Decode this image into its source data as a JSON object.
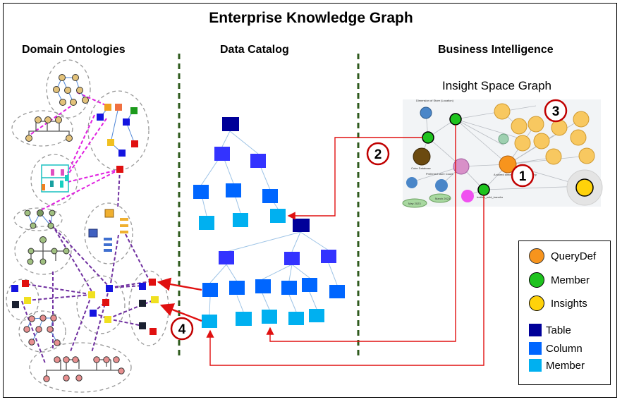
{
  "title": "Enterprise Knowledge Graph",
  "sections": {
    "ontologies": "Domain Ontologies",
    "catalog": "Data Catalog",
    "bi": "Business Intelligence"
  },
  "insight_graph": {
    "title": "Insight Space Graph",
    "labels": [
      "Dimension of Store (Location)",
      "Cube Database",
      "Preferred store Count",
      "May 2023",
      "March 2023",
      "A stored dimension from the query",
      "bottles_sold_transfer"
    ]
  },
  "callouts": [
    "1",
    "2",
    "3",
    "4"
  ],
  "legend": {
    "items": [
      {
        "label": "QueryDef",
        "color": "#f7941d"
      },
      {
        "label": "Member",
        "color": "#1ec31e"
      },
      {
        "label": "Insights",
        "color": "#ffd20a"
      },
      {
        "label": "Table",
        "color": "#000099"
      },
      {
        "label": "Column",
        "color": "#0066ff"
      },
      {
        "label": "Member",
        "color": "#00b0f0"
      }
    ]
  },
  "colors": {
    "ontology_link": "#e020e0",
    "cross_link": "#7030a0",
    "divider": "#2e5a1c",
    "arrow": "#e01010",
    "tree_line": "#9dc3e6"
  }
}
